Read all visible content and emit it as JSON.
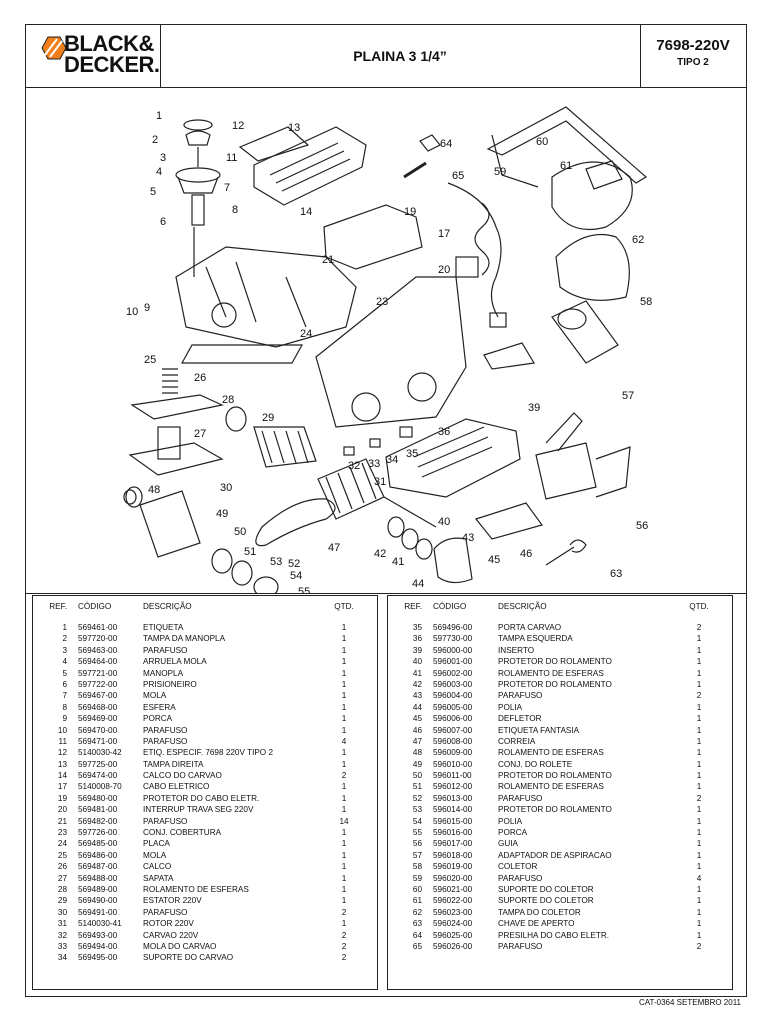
{
  "header": {
    "brand_line1": "BLACK&",
    "brand_line2": "DECKER.",
    "title": "PLAINA 3 1/4”",
    "model": "7698-220V",
    "tipo": "TIPO 2"
  },
  "diagram": {
    "labels": [
      "1",
      "2",
      "3",
      "4",
      "5",
      "6",
      "7",
      "8",
      "9",
      "10",
      "11",
      "12",
      "13",
      "14",
      "17",
      "19",
      "20",
      "21",
      "23",
      "24",
      "25",
      "26",
      "27",
      "28",
      "29",
      "30",
      "31",
      "32",
      "33",
      "34",
      "35",
      "36",
      "39",
      "40",
      "41",
      "42",
      "43",
      "44",
      "45",
      "46",
      "47",
      "48",
      "49",
      "50",
      "51",
      "52",
      "53",
      "54",
      "55",
      "56",
      "57",
      "58",
      "59",
      "60",
      "61",
      "62",
      "63",
      "64",
      "65"
    ]
  },
  "table": {
    "headers": {
      "ref": "REF.",
      "codigo": "CÓDIGO",
      "descricao": "DESCRIÇÃO",
      "qtd": "QTD."
    },
    "left": [
      [
        "1",
        "569461-00",
        "ETIQUETA",
        "1"
      ],
      [
        "2",
        "597720-00",
        "TAMPA DA MANOPLA",
        "1"
      ],
      [
        "3",
        "569463-00",
        "PARAFUSO",
        "1"
      ],
      [
        "4",
        "569464-00",
        "ARRUELA MOLA",
        "1"
      ],
      [
        "5",
        "597721-00",
        "MANOPLA",
        "1"
      ],
      [
        "6",
        "597722-00",
        "PRISIONEIRO",
        "1"
      ],
      [
        "7",
        "569467-00",
        "MOLA",
        "1"
      ],
      [
        "8",
        "569468-00",
        "ESFERA",
        "1"
      ],
      [
        "9",
        "569469-00",
        "PORCA",
        "1"
      ],
      [
        "10",
        "569470-00",
        "PARAFUSO",
        "1"
      ],
      [
        "11",
        "569471-00",
        "PARAFUSO",
        "4"
      ],
      [
        "12",
        "5140030-42",
        "ETIQ. ESPECIF. 7698 220V TIPO 2",
        "1"
      ],
      [
        "13",
        "597725-00",
        "TAMPA DIREITA",
        "1"
      ],
      [
        "14",
        "569474-00",
        "CALCO DO CARVAO",
        "2"
      ],
      [
        "17",
        "5140008-70",
        "CABO ELETRICO",
        "1"
      ],
      [
        "19",
        "569480-00",
        "PROTETOR DO CABO ELETR.",
        "1"
      ],
      [
        "20",
        "569481-00",
        "INTERRUP TRAVA SEG 220V",
        "1"
      ],
      [
        "21",
        "569482-00",
        "PARAFUSO",
        "14"
      ],
      [
        "23",
        "597726-00",
        "CONJ. COBERTURA",
        "1"
      ],
      [
        "24",
        "569485-00",
        "PLACA",
        "1"
      ],
      [
        "25",
        "569486-00",
        "MOLA",
        "1"
      ],
      [
        "26",
        "569487-00",
        "CALCO",
        "1"
      ],
      [
        "27",
        "569488-00",
        "SAPATA",
        "1"
      ],
      [
        "28",
        "569489-00",
        "ROLAMENTO DE ESFERAS",
        "1"
      ],
      [
        "29",
        "569490-00",
        "ESTATOR 220V",
        "1"
      ],
      [
        "30",
        "569491-00",
        "PARAFUSO",
        "2"
      ],
      [
        "31",
        "5140030-41",
        "ROTOR 220V",
        "1"
      ],
      [
        "32",
        "569493-00",
        "CARVAO 220V",
        "2"
      ],
      [
        "33",
        "569494-00",
        "MOLA DO CARVAO",
        "2"
      ],
      [
        "34",
        "569495-00",
        "SUPORTE DO CARVAO",
        "2"
      ]
    ],
    "right": [
      [
        "35",
        "569496-00",
        "PORTA CARVAO",
        "2"
      ],
      [
        "36",
        "597730-00",
        "TAMPA ESQUERDA",
        "1"
      ],
      [
        "39",
        "596000-00",
        "INSERTO",
        "1"
      ],
      [
        "40",
        "596001-00",
        "PROTETOR DO ROLAMENTO",
        "1"
      ],
      [
        "41",
        "596002-00",
        "ROLAMENTO DE ESFERAS",
        "1"
      ],
      [
        "42",
        "596003-00",
        "PROTETOR DO ROLAMENTO",
        "1"
      ],
      [
        "43",
        "596004-00",
        "PARAFUSO",
        "2"
      ],
      [
        "44",
        "596005-00",
        "POLIA",
        "1"
      ],
      [
        "45",
        "596006-00",
        "DEFLETOR",
        "1"
      ],
      [
        "46",
        "596007-00",
        "ETIQUETA FANTASIA",
        "1"
      ],
      [
        "47",
        "596008-00",
        "CORREIA",
        "1"
      ],
      [
        "48",
        "596009-00",
        "ROLAMENTO DE ESFERAS",
        "1"
      ],
      [
        "49",
        "596010-00",
        "CONJ. DO ROLETE",
        "1"
      ],
      [
        "50",
        "596011-00",
        "PROTETOR DO ROLAMENTO",
        "1"
      ],
      [
        "51",
        "596012-00",
        "ROLAMENTO DE ESFERAS",
        "1"
      ],
      [
        "52",
        "596013-00",
        "PARAFUSO",
        "2"
      ],
      [
        "53",
        "596014-00",
        "PROTETOR DO ROLAMENTO",
        "1"
      ],
      [
        "54",
        "596015-00",
        "POLIA",
        "1"
      ],
      [
        "55",
        "596016-00",
        "PORCA",
        "1"
      ],
      [
        "56",
        "596017-00",
        "GUIA",
        "1"
      ],
      [
        "57",
        "596018-00",
        "ADAPTADOR DE ASPIRACAO",
        "1"
      ],
      [
        "58",
        "596019-00",
        "COLETOR",
        "1"
      ],
      [
        "59",
        "596020-00",
        "PARAFUSO",
        "4"
      ],
      [
        "60",
        "596021-00",
        "SUPORTE DO COLETOR",
        "1"
      ],
      [
        "61",
        "596022-00",
        "SUPORTE DO COLETOR",
        "1"
      ],
      [
        "62",
        "596023-00",
        "TAMPA DO COLETOR",
        "1"
      ],
      [
        "63",
        "596024-00",
        "CHAVE DE APERTO",
        "1"
      ],
      [
        "64",
        "596025-00",
        "PRESILHA DO CABO ELETR.",
        "1"
      ],
      [
        "65",
        "596026-00",
        "PARAFUSO",
        "2"
      ]
    ]
  },
  "footer": "CAT-0364 SETEMBRO 2011",
  "colors": {
    "logo_orange": "#f07f1a",
    "ink": "#111111"
  }
}
